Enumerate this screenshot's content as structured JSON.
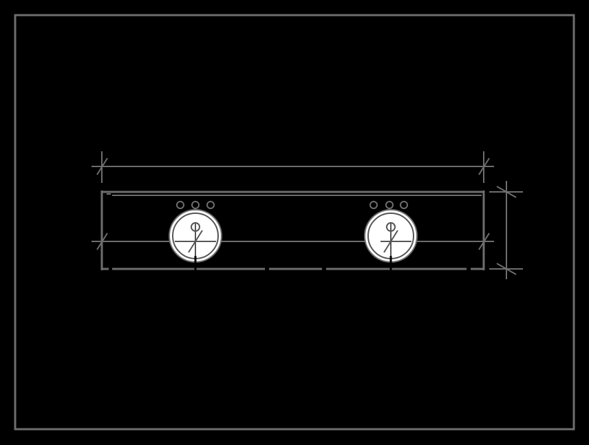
{
  "drawing": {
    "colors": {
      "background": "#000000",
      "line": "#6e6e6e",
      "sink_fill": "#ffffff",
      "sink_line": "#555555"
    },
    "sinks": [
      {
        "faucet_holes": 3
      },
      {
        "faucet_holes": 3
      }
    ],
    "dimensions": [
      {
        "axis": "horizontal"
      },
      {
        "axis": "horizontal"
      },
      {
        "axis": "vertical"
      }
    ]
  }
}
